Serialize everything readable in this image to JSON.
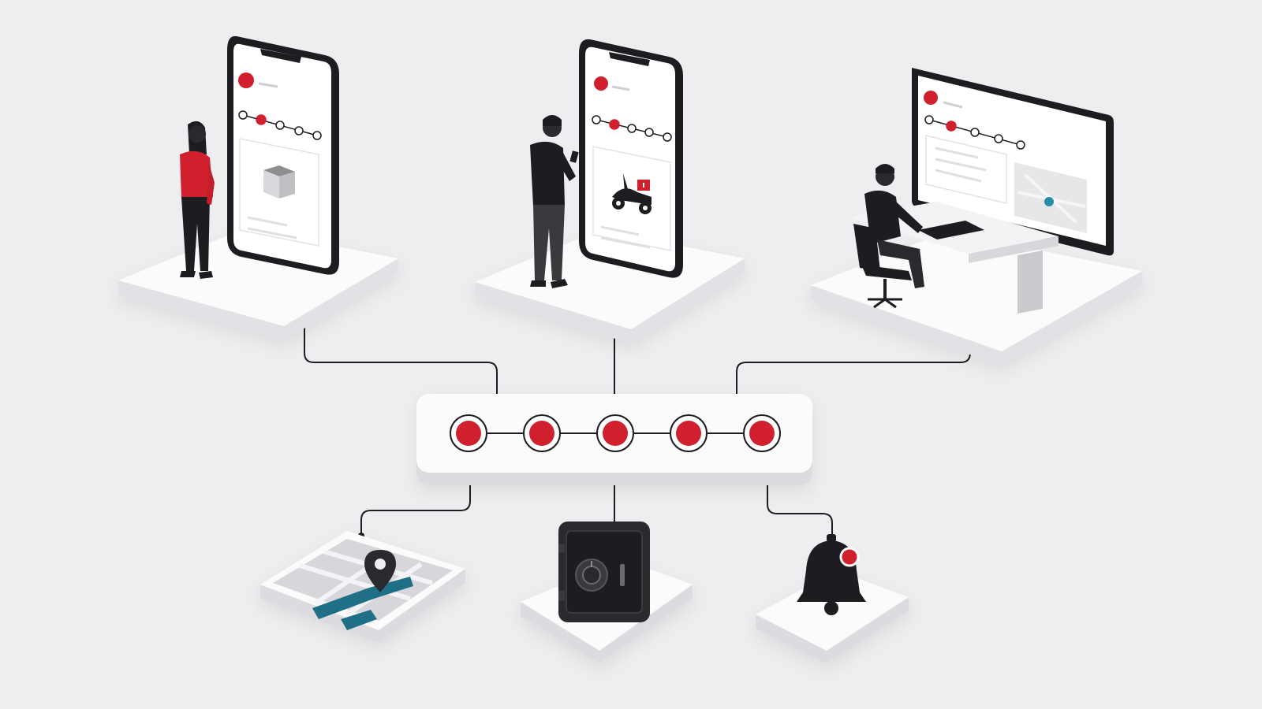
{
  "colors": {
    "background": "#eeeef0",
    "platform": "#fbfbfc",
    "platform_shadow": "#d9d9de",
    "accent_red": "#d0202e",
    "dark": "#1d1d21",
    "route_teal": "#1f6f86",
    "map_marker_teal": "#2b8aa8",
    "connector": "#1d1d21"
  },
  "scene": {
    "top_row": [
      {
        "id": "customer-phone",
        "actor": "woman-in-red",
        "device": "smartphone",
        "content_icon": "package-icon",
        "tracker_active_step": 2,
        "tracker_steps": 5
      },
      {
        "id": "courier-phone",
        "actor": "courier-man",
        "device": "smartphone",
        "content_icon": "scooter-icon",
        "tracker_active_step": 2,
        "tracker_steps": 5
      },
      {
        "id": "operator-desk",
        "actor": "seated-operator",
        "device": "desktop-monitor",
        "content_icon": "map-pin-icon",
        "tracker_active_step": 2,
        "tracker_steps": 5
      }
    ],
    "hub": {
      "node_count": 5,
      "node_icon": "status-node-icon"
    },
    "bottom_row": [
      {
        "id": "map-module",
        "icon": "map-location-icon"
      },
      {
        "id": "vault-module",
        "icon": "safe-icon"
      },
      {
        "id": "alert-module",
        "icon": "notification-bell-icon"
      }
    ]
  }
}
